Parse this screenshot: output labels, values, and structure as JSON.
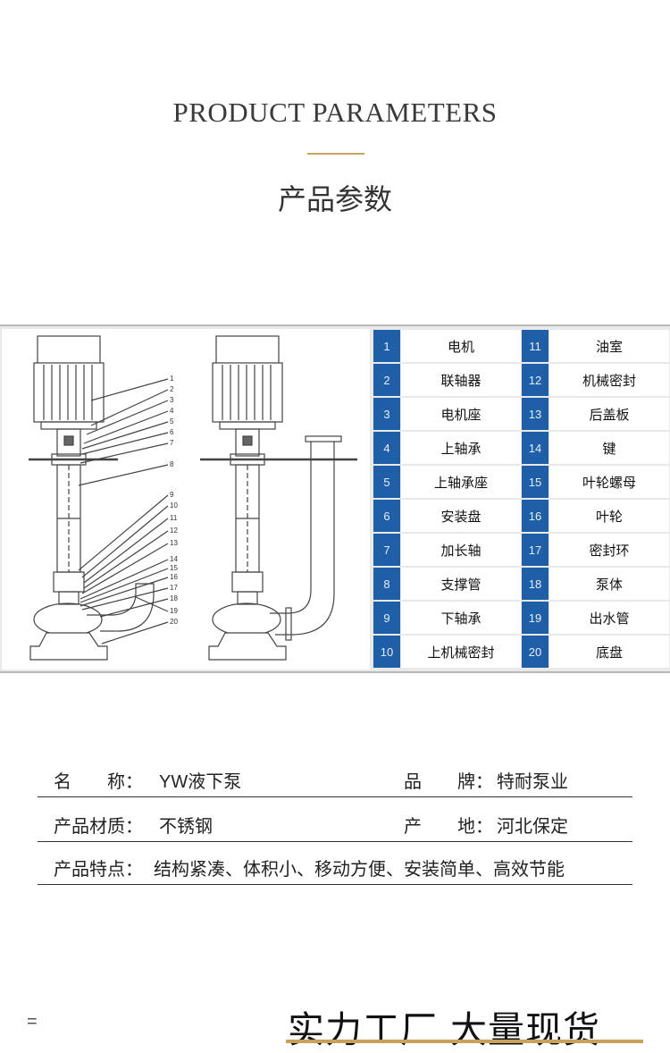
{
  "header": {
    "title_en": "PRODUCT PARAMETERS",
    "title_cn": "产品参数"
  },
  "diagram": {
    "callouts": [
      "1",
      "2",
      "3",
      "4",
      "5",
      "6",
      "7",
      "8",
      "9",
      "10",
      "11",
      "12",
      "13",
      "14",
      "15",
      "16",
      "17",
      "18",
      "19",
      "20"
    ]
  },
  "parts": [
    {
      "no": "1",
      "name": "电机"
    },
    {
      "no": "2",
      "name": "联轴器"
    },
    {
      "no": "3",
      "name": "电机座"
    },
    {
      "no": "4",
      "name": "上轴承"
    },
    {
      "no": "5",
      "name": "上轴承座"
    },
    {
      "no": "6",
      "name": "安装盘"
    },
    {
      "no": "7",
      "name": "加长轴"
    },
    {
      "no": "8",
      "name": "支撑管"
    },
    {
      "no": "9",
      "name": "下轴承"
    },
    {
      "no": "10",
      "name": "上机械密封"
    },
    {
      "no": "11",
      "name": "油室"
    },
    {
      "no": "12",
      "name": "机械密封"
    },
    {
      "no": "13",
      "name": "后盖板"
    },
    {
      "no": "14",
      "name": "键"
    },
    {
      "no": "15",
      "name": "叶轮螺母"
    },
    {
      "no": "16",
      "name": "叶轮"
    },
    {
      "no": "17",
      "name": "密封环"
    },
    {
      "no": "18",
      "name": "泵体"
    },
    {
      "no": "19",
      "name": "出水管"
    },
    {
      "no": "20",
      "name": "底盘"
    }
  ],
  "info": {
    "name_label": "名　　称：",
    "name_value": "YW液下泵",
    "brand_label": "品　　牌：",
    "brand_value": "特耐泵业",
    "material_label": "产品材质：",
    "material_value": "不锈钢",
    "origin_label": "产　　地：",
    "origin_value": "河北保定",
    "features_label": "产品特点：",
    "features_value": "结构紧凑、体积小、移动方便、安装简单、高效节能"
  },
  "footer": {
    "eq": "=",
    "slogan": "实力工厂 大量现货"
  },
  "colors": {
    "accent_gold": "#c9a15a",
    "table_blue": "#1f5fa8"
  }
}
